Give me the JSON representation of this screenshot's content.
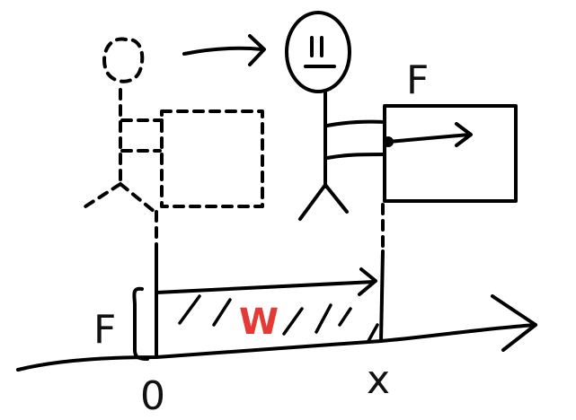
{
  "labels": {
    "force_top": "F",
    "force_left": "F",
    "work": "W",
    "origin": "0",
    "position": "x"
  },
  "colors": {
    "ink": "#000000",
    "work": "#e53935"
  }
}
